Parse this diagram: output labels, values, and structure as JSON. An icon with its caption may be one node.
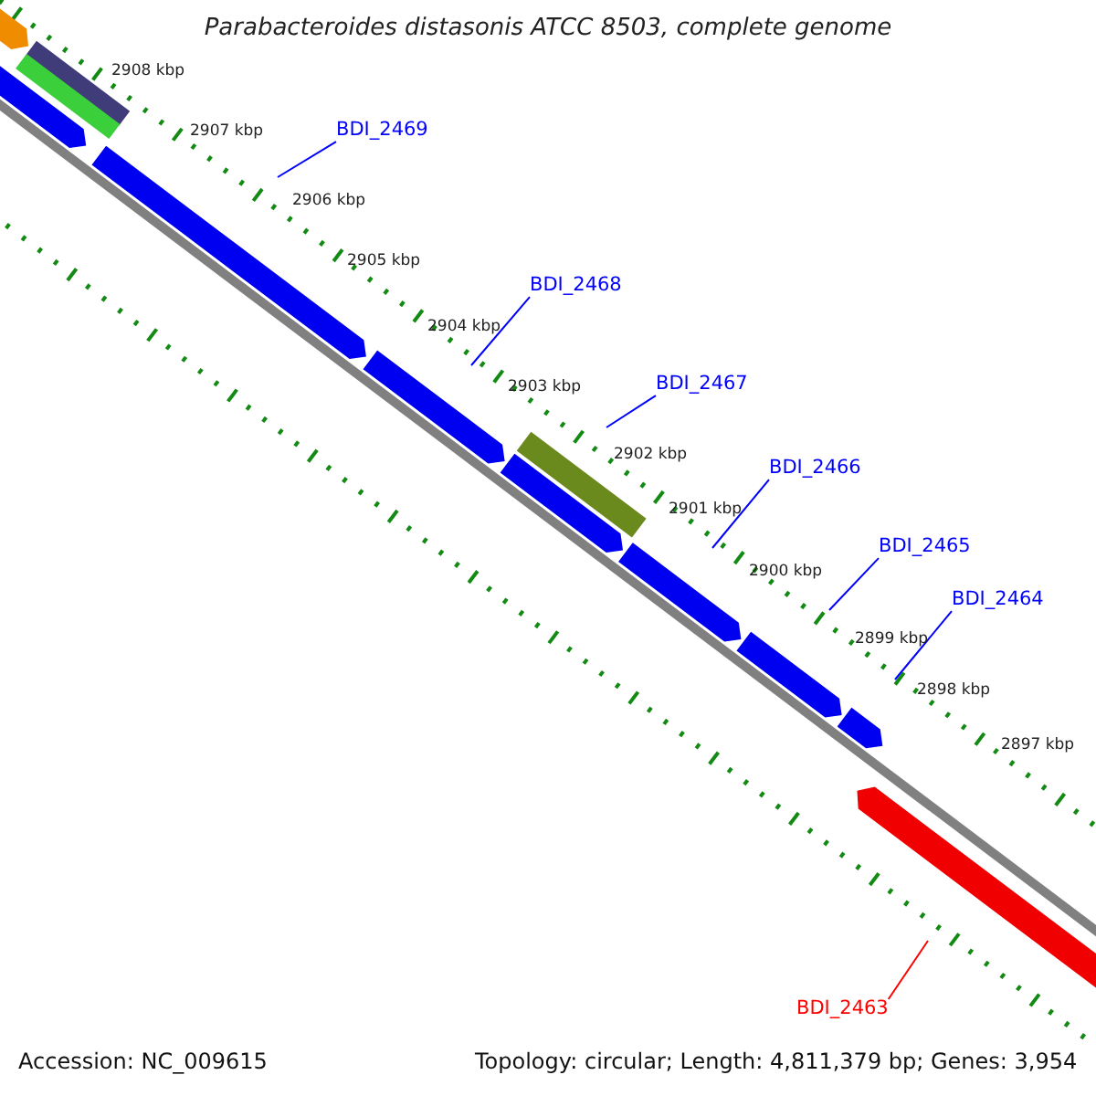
{
  "diagram": {
    "title": "Parabacteroides distasonis ATCC 8503, complete genome",
    "nodes": [
      {
        "text": [
          "BDI_2469"
        ]
      },
      {
        "text": [
          "BDI_2468"
        ]
      },
      {
        "text": [
          "BDI_2467"
        ]
      },
      {
        "text": [
          "BDI_2466"
        ]
      },
      {
        "text": [
          "BDI_2465"
        ]
      },
      {
        "text": [
          "BDI_2464"
        ]
      },
      {
        "text": [
          "BDI_2463"
        ]
      }
    ],
    "edges": [
      {
        "from": 0,
        "to": null,
        "arrow": "none"
      },
      {
        "from": 1,
        "to": null,
        "arrow": "none"
      },
      {
        "from": 2,
        "to": null,
        "arrow": "none"
      },
      {
        "from": 3,
        "to": null,
        "arrow": "none"
      },
      {
        "from": 4,
        "to": null,
        "arrow": "none"
      },
      {
        "from": 5,
        "to": null,
        "arrow": "none"
      },
      {
        "from": 6,
        "to": null,
        "arrow": "none",
        "color": "#ff0000"
      }
    ],
    "labels": [
      "2908 kbp",
      "2907 kbp",
      "2906 kbp",
      "2905 kbp",
      "2904 kbp",
      "2903 kbp",
      "2902 kbp",
      "2901 kbp",
      "2900 kbp",
      "2899 kbp",
      "2898 kbp",
      "2897 kbp",
      "Accession: NC_009615",
      "Topology: circular; Length: 4,811,379 bp; Genes: 3,954"
    ]
  }
}
